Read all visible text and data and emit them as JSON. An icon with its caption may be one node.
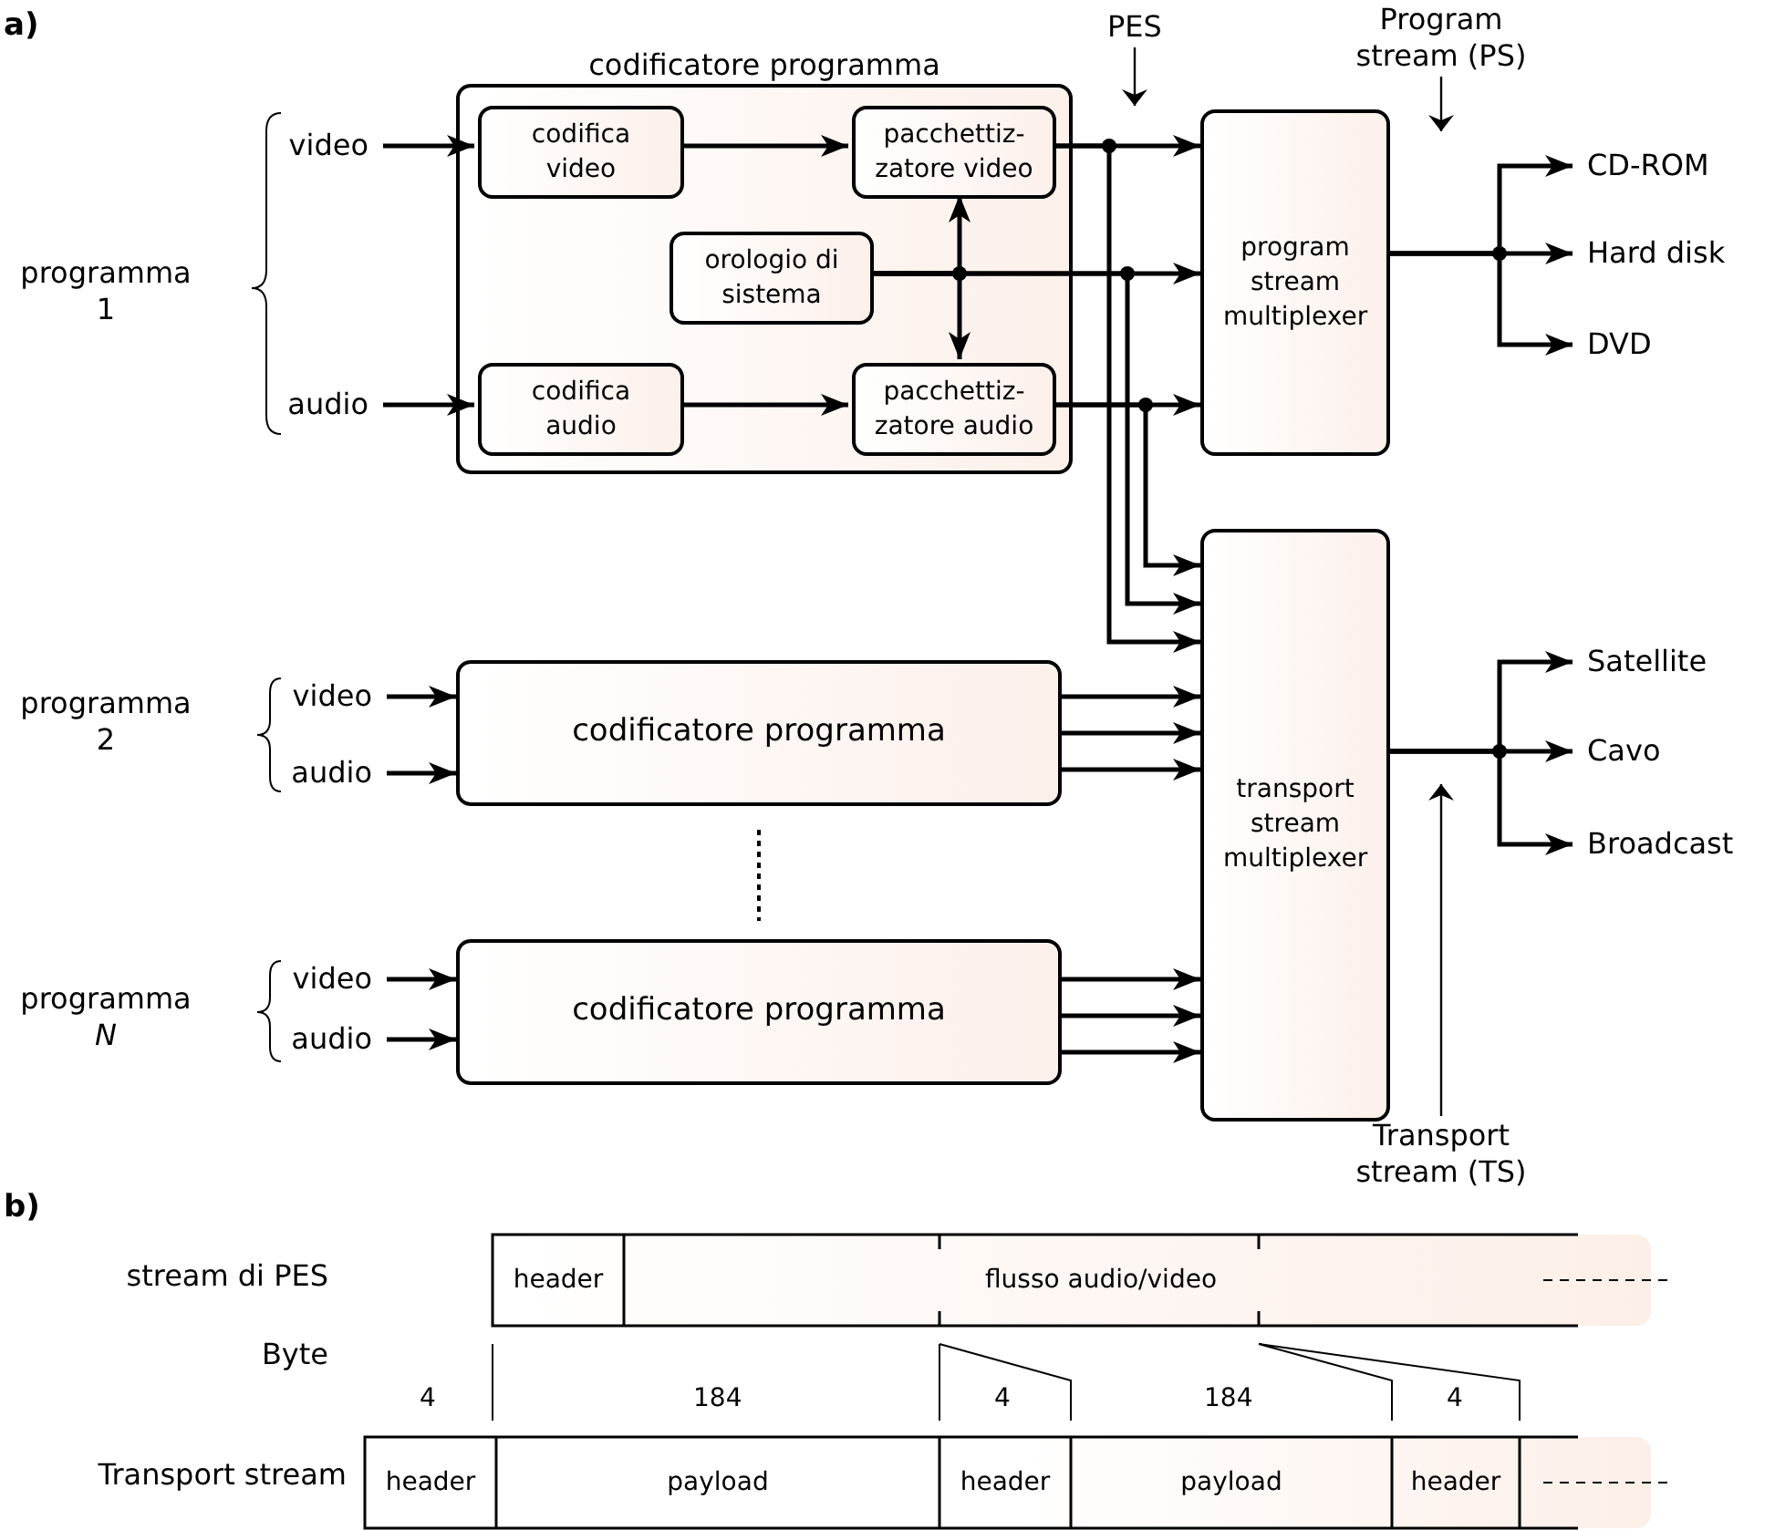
{
  "diagram": {
    "nodes": [
      {
        "text": [
          "codificatore programma"
        ]
      },
      {
        "text": [
          "codifica video"
        ],
        "in": 0
      },
      {
        "text": [
          "pacchettiz- zatore video"
        ],
        "in": 0
      },
      {
        "text": [
          "orologio di sistema"
        ],
        "in": 0
      },
      {
        "text": [
          "codifica audio"
        ],
        "in": 0
      },
      {
        "text": [
          "pacchettiz- zatore audio"
        ],
        "in": 0
      },
      {
        "text": [
          "program stream multiplexer"
        ]
      },
      {
        "text": [
          "transport stream multiplexer"
        ]
      },
      {
        "text": [
          "codificatore programma"
        ]
      },
      {
        "text": [
          "codificatore programma"
        ]
      },
      {
        "text": [
          "video"
        ]
      },
      {
        "text": [
          "audio"
        ]
      },
      {
        "text": [
          "video"
        ]
      },
      {
        "text": [
          "audio"
        ]
      },
      {
        "text": [
          "video"
        ]
      },
      {
        "text": [
          "audio"
        ]
      },
      {
        "text": [
          "CD-ROM"
        ]
      },
      {
        "text": [
          "Hard disk"
        ]
      },
      {
        "text": [
          "DVD"
        ]
      },
      {
        "text": [
          "Satellite"
        ]
      },
      {
        "text": [
          "Cavo"
        ]
      },
      {
        "text": [
          "Broadcast"
        ]
      },
      {
        "text": [
          "PES"
        ]
      },
      {
        "text": [
          "Program stream (PS)"
        ]
      },
      {
        "text": [
          "Transport stream (TS)"
        ]
      },
      {
        "text": [
          "header"
        ]
      },
      {
        "text": [
          "flusso audio/video"
        ]
      },
      {
        "text": [
          "header"
        ]
      },
      {
        "text": [
          "payload"
        ]
      },
      {
        "text": [
          "header"
        ]
      },
      {
        "text": [
          "payload"
        ]
      },
      {
        "text": [
          "header"
        ]
      }
    ],
    "edges": [
      {
        "from": 10,
        "to": 1,
        "arrow": "to"
      },
      {
        "from": 11,
        "to": 4,
        "arrow": "to"
      },
      {
        "from": 1,
        "to": 2,
        "arrow": "to"
      },
      {
        "from": 4,
        "to": 5,
        "arrow": "to"
      },
      {
        "from": 3,
        "to": 2,
        "arrow": "to"
      },
      {
        "from": 3,
        "to": 5,
        "arrow": "to"
      },
      {
        "from": 2,
        "to": 6,
        "arrow": "to"
      },
      {
        "from": 2,
        "to": 7,
        "arrow": "to"
      },
      {
        "from": 3,
        "to": 6,
        "arrow": "to"
      },
      {
        "from": 3,
        "to": 7,
        "arrow": "to"
      },
      {
        "from": 5,
        "to": 6,
        "arrow": "to"
      },
      {
        "from": 5,
        "to": 7,
        "arrow": "to"
      },
      {
        "from": 12,
        "to": 8,
        "arrow": "to"
      },
      {
        "from": 13,
        "to": 8,
        "arrow": "to"
      },
      {
        "from": 8,
        "to": 7,
        "arrow": "to"
      },
      {
        "from": 8,
        "to": 7,
        "arrow": "to"
      },
      {
        "from": 8,
        "to": 7,
        "arrow": "to"
      },
      {
        "from": 14,
        "to": 9,
        "arrow": "to"
      },
      {
        "from": 15,
        "to": 9,
        "arrow": "to"
      },
      {
        "from": 9,
        "to": 7,
        "arrow": "to"
      },
      {
        "from": 9,
        "to": 7,
        "arrow": "to"
      },
      {
        "from": 9,
        "to": 7,
        "arrow": "to"
      },
      {
        "from": 6,
        "to": 16,
        "arrow": "to"
      },
      {
        "from": 6,
        "to": 17,
        "arrow": "to"
      },
      {
        "from": 6,
        "to": 18,
        "arrow": "to"
      },
      {
        "from": 7,
        "to": 19,
        "arrow": "to"
      },
      {
        "from": 7,
        "to": 20,
        "arrow": "to"
      },
      {
        "from": 7,
        "to": 21,
        "arrow": "to"
      },
      {
        "from": 22,
        "to": null,
        "arrow": "to"
      },
      {
        "from": 23,
        "to": null,
        "arrow": "to"
      },
      {
        "from": 24,
        "to": null,
        "arrow": "to"
      }
    ],
    "labels": [
      "a)",
      "programma 1",
      "programma 2",
      "programma *N*",
      "b)",
      "stream di PES",
      "Byte",
      "4",
      "184",
      "4",
      "184",
      "4",
      "Transport stream"
    ]
  }
}
